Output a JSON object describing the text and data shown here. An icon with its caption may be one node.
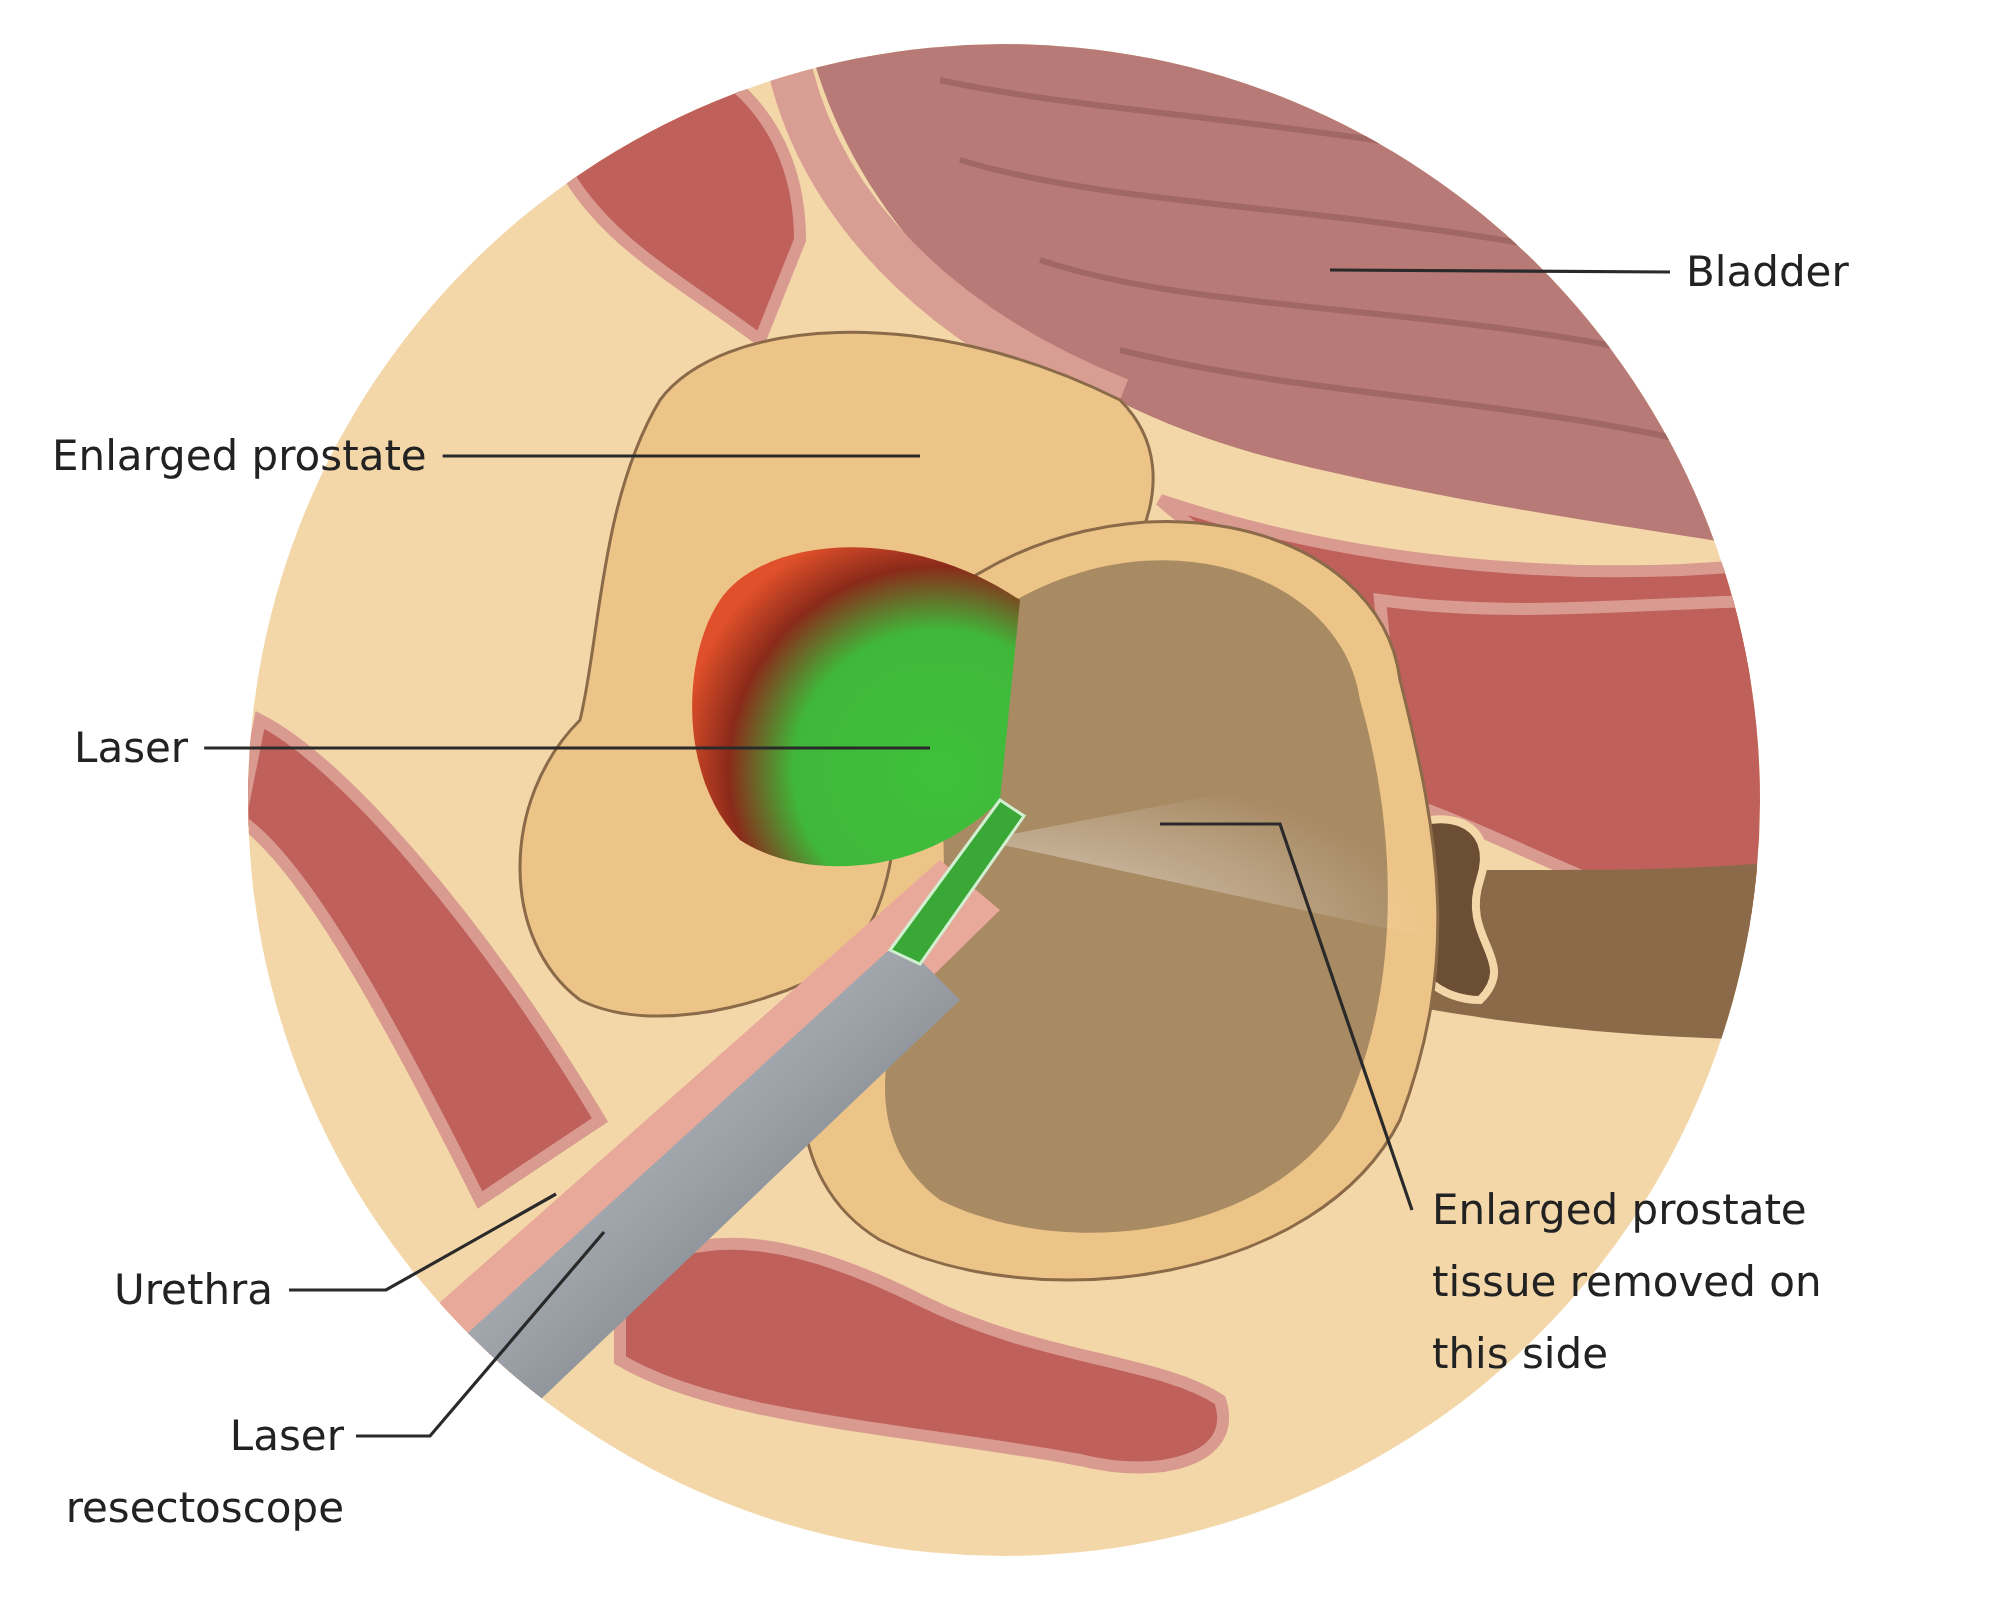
{
  "diagram": {
    "nodes": [
      {
        "text": [
          "Bladder"
        ]
      },
      {
        "text": [
          "Enlarged prostate"
        ]
      },
      {
        "text": [
          "Laser"
        ]
      },
      {
        "text": [
          "Enlarged prostate tissue removed on this side"
        ]
      },
      {
        "text": [
          "Urethra"
        ]
      },
      {
        "text": [
          "Laser resectoscope"
        ]
      }
    ],
    "edges": [
      {
        "from": 0,
        "to": null,
        "arrow": "none"
      },
      {
        "from": 1,
        "to": null,
        "arrow": "none"
      },
      {
        "from": 2,
        "to": null,
        "arrow": "none"
      },
      {
        "from": 3,
        "to": null,
        "arrow": "none"
      },
      {
        "from": 4,
        "to": null,
        "arrow": "none"
      },
      {
        "from": 5,
        "to": null,
        "arrow": "none"
      }
    ]
  }
}
